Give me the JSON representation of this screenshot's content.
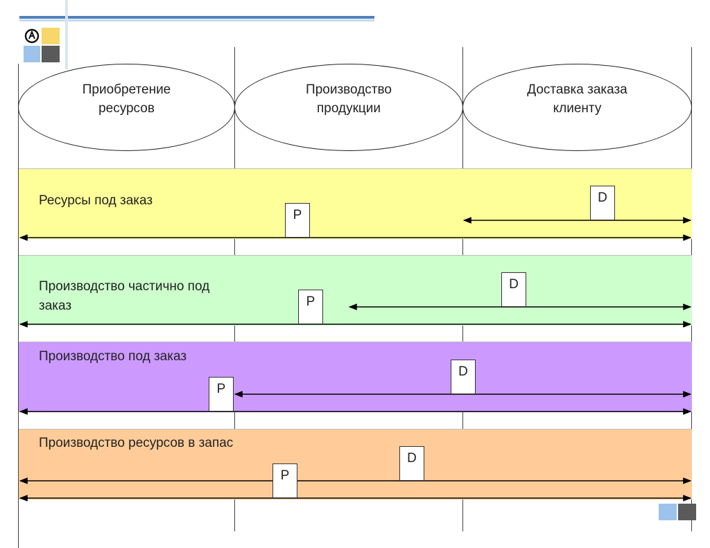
{
  "stages": [
    {
      "label": "Приобретение\nресурсов"
    },
    {
      "label": "Производство\nпродукции"
    },
    {
      "label": "Доставка заказа\nклиенту"
    }
  ],
  "bands": [
    {
      "label": "Ресурсы под заказ",
      "color": "#ffff99",
      "p_marker": "P",
      "d_marker": "D"
    },
    {
      "label": "Производство частично под\nзаказ",
      "color": "#ccffcc",
      "p_marker": "P",
      "d_marker": "D"
    },
    {
      "label": "Производство под заказ",
      "color": "#cc99ff",
      "p_marker": "P",
      "d_marker": "D"
    },
    {
      "label": "Производство ресурсов в запас",
      "color": "#ffcc99",
      "p_marker": "P",
      "d_marker": "D"
    }
  ],
  "colors": {
    "accent_line": "#4f81bd",
    "logo_blue": "#9ec3ea",
    "logo_yellow": "#f7d76a",
    "logo_gray": "#5a5a5a"
  },
  "icons": [
    "recycle-logo-icon",
    "slide-corner-icon"
  ]
}
